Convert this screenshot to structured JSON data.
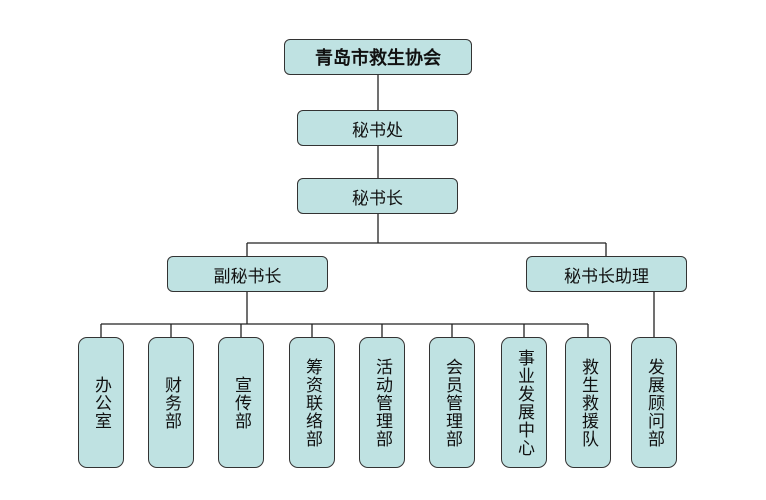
{
  "org": {
    "root": "青岛市救生协会",
    "secretariat": "秘书处",
    "secretary_general": "秘书长",
    "deputy": "副秘书长",
    "assistant": "秘书长助理",
    "departments": [
      "办公室",
      "财务部",
      "宣传部",
      "筹资联络部",
      "活动管理部",
      "会员管理部",
      "事业发展中心",
      "救生救援队"
    ],
    "advisor_dept": "发展顾问部"
  }
}
